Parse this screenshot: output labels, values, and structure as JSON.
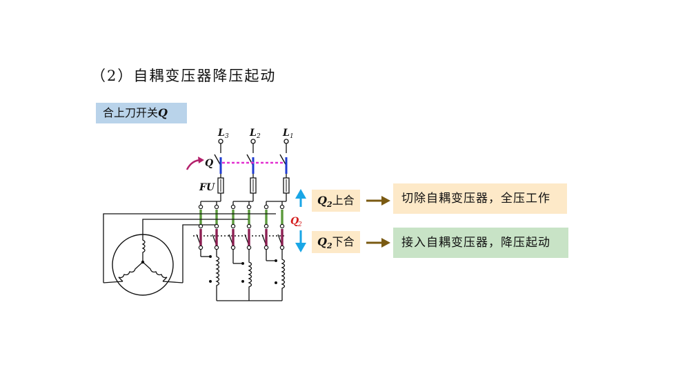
{
  "title": "（2）自耦变压器降压起动",
  "step": {
    "text": "合上刀开关",
    "symbol": "Q"
  },
  "labels": {
    "L3": "L",
    "L3_sub": "3",
    "L2": "L",
    "L2_sub": "2",
    "L1": "L",
    "L1_sub": "1",
    "Q": "Q",
    "FU": "FU",
    "Q2": "Q",
    "Q2_sub": "2"
  },
  "chip_up": {
    "symbol": "Q",
    "sub": "2",
    "action": "上合"
  },
  "chip_down": {
    "symbol": "Q",
    "sub": "2",
    "action": "下合"
  },
  "result_up": "切除自耦变压器，全压工作",
  "result_down": "接入自耦变压器，降压起动",
  "colors": {
    "switch_blue": "#1f3bd1",
    "link_magenta": "#e22fd0",
    "arrow_magenta": "#b3206b",
    "contact_green": "#5b9a3c",
    "contact_maroon": "#8c1f52",
    "arrow_cyan": "#19a6e6",
    "arrow_olive": "#7a5a12",
    "q2_red": "#d41a1a"
  }
}
